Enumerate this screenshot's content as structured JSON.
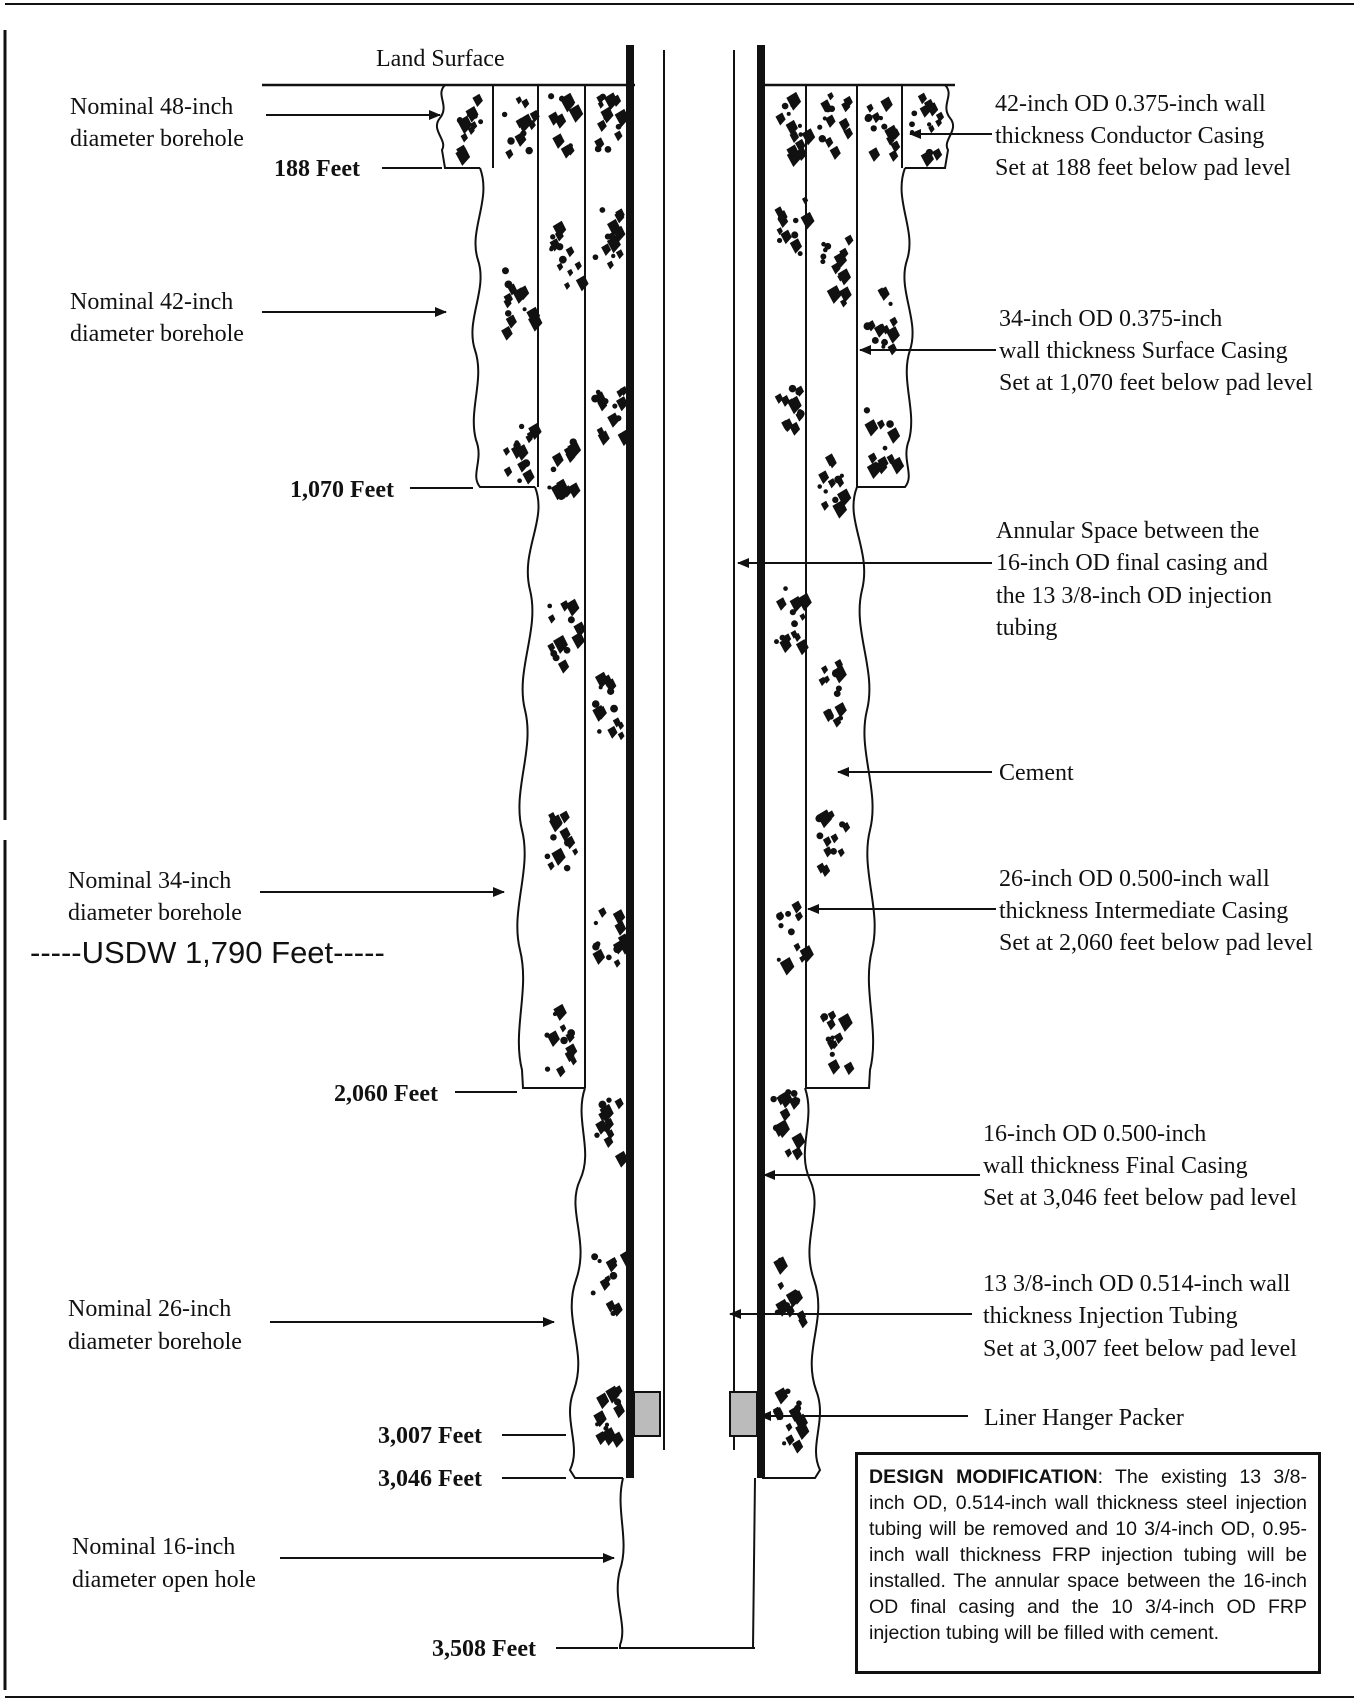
{
  "labels": {
    "land_surface": "Land Surface",
    "bh48_l1": "Nominal 48-inch",
    "bh48_l2": "diameter borehole",
    "d188": "188 Feet",
    "bh42_l1": "Nominal 42-inch",
    "bh42_l2": "diameter borehole",
    "d1070": "1,070 Feet",
    "bh34_l1": "Nominal 34-inch",
    "bh34_l2": "diameter borehole",
    "usdw": "-----USDW 1,790 Feet-----",
    "d2060": "2,060 Feet",
    "bh26_l1": "Nominal 26-inch",
    "bh26_l2": "diameter borehole",
    "d3007": "3,007 Feet",
    "d3046": "3,046 Feet",
    "oh16_l1": "Nominal 16-inch",
    "oh16_l2": "diameter open hole",
    "d3508": "3,508 Feet",
    "cond_l1": "42-inch OD 0.375-inch wall",
    "cond_l2": "thickness Conductor Casing",
    "cond_l3": "Set at 188 feet below pad level",
    "surf_l1": "34-inch OD 0.375-inch",
    "surf_l2": "wall thickness Surface Casing",
    "surf_l3": "Set at 1,070 feet below pad level",
    "ann_l1": "Annular Space between the",
    "ann_l2": "16-inch OD final casing and",
    "ann_l3": "the 13 3/8-inch OD injection",
    "ann_l4": "tubing",
    "cement": "Cement",
    "int_l1": "26-inch OD 0.500-inch wall",
    "int_l2": "thickness Intermediate Casing",
    "int_l3": "Set at 2,060 feet below pad level",
    "fin_l1": "16-inch OD 0.500-inch",
    "fin_l2": "wall thickness Final Casing",
    "fin_l3": "Set at 3,046 feet below pad level",
    "tub_l1": "13 3/8-inch OD 0.514-inch wall",
    "tub_l2": "thickness Injection Tubing",
    "tub_l3": "Set at 3,007 feet below pad level",
    "packer": "Liner Hanger Packer"
  },
  "note": {
    "heading": "DESIGN MODIFICATION",
    "text": ": The existing 13 3/8-inch OD, 0.514-inch wall thickness steel injection tubing will be removed and 10 3/4-inch OD, 0.95-inch wall thickness FRP injection tubing will be installed.  The annular space between the 16-inch OD final casing and the 10 3/4-inch OD FRP injection tubing will be filled with cement."
  }
}
